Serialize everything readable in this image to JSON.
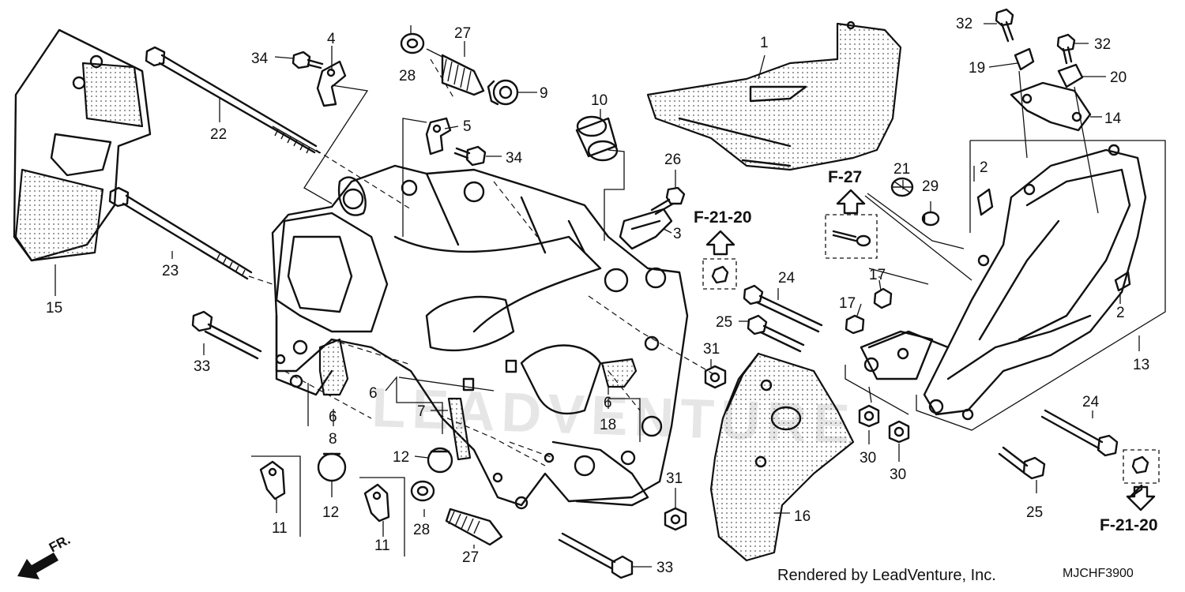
{
  "diagram": {
    "watermark": "LEADVENTURE",
    "callouts": {
      "c1": "1",
      "c2a": "2",
      "c2b": "2",
      "c3": "3",
      "c4": "4",
      "c5": "5",
      "c6a": "6",
      "c6b": "6",
      "c6c": "6",
      "c7": "7",
      "c8": "8",
      "c9": "9",
      "c10": "10",
      "c11a": "11",
      "c11b": "11",
      "c12a": "12",
      "c12b": "12",
      "c13": "13",
      "c14": "14",
      "c15": "15",
      "c16": "16",
      "c17a": "17",
      "c17b": "17",
      "c18": "18",
      "c19": "19",
      "c20": "20",
      "c21": "21",
      "c22": "22",
      "c23": "23",
      "c24a": "24",
      "c24b": "24",
      "c25a": "25",
      "c25b": "25",
      "c26": "26",
      "c27a": "27",
      "c27b": "27",
      "c28a": "28",
      "c28b": "28",
      "c29": "29",
      "c30a": "30",
      "c30b": "30",
      "c31a": "31",
      "c31b": "31",
      "c32a": "32",
      "c32b": "32",
      "c33a": "33",
      "c33b": "33",
      "c34a": "34",
      "c34b": "34"
    },
    "references": {
      "f27": "F-27",
      "f2120a": "F-21-20",
      "f2120b": "F-21-20"
    },
    "front_label": "FR."
  },
  "footer": {
    "rendered_by": "Rendered by LeadVenture, Inc.",
    "diagram_code": "MJCHF3900"
  }
}
